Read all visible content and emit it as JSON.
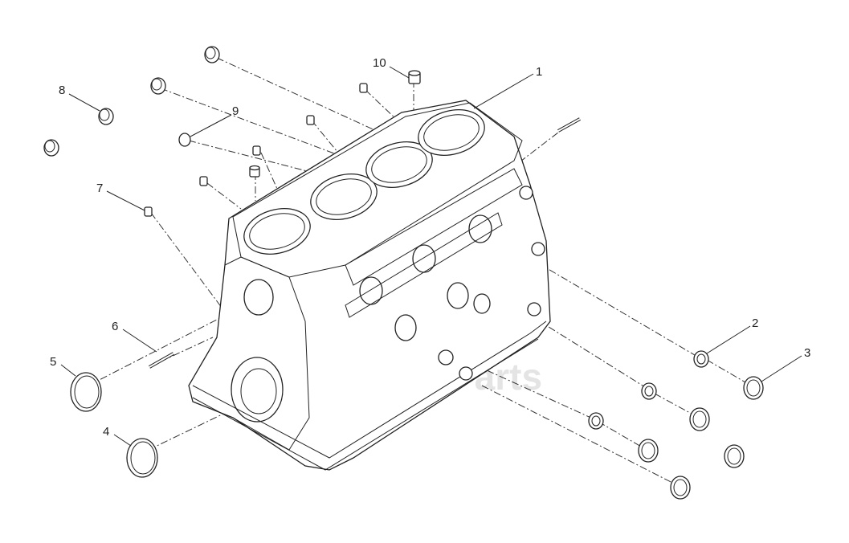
{
  "callouts": [
    {
      "id": "1",
      "text": "1"
    },
    {
      "id": "2",
      "text": "2"
    },
    {
      "id": "3",
      "text": "3"
    },
    {
      "id": "4",
      "text": "4"
    },
    {
      "id": "5",
      "text": "5"
    },
    {
      "id": "6",
      "text": "6"
    },
    {
      "id": "7",
      "text": "7"
    },
    {
      "id": "8",
      "text": "8"
    },
    {
      "id": "9",
      "text": "9"
    },
    {
      "id": "10",
      "text": "10"
    }
  ],
  "watermark": {
    "text": "Parts"
  },
  "colors": {
    "line": "#222222",
    "background": "#ffffff",
    "watermark": "#e4e4e4"
  }
}
